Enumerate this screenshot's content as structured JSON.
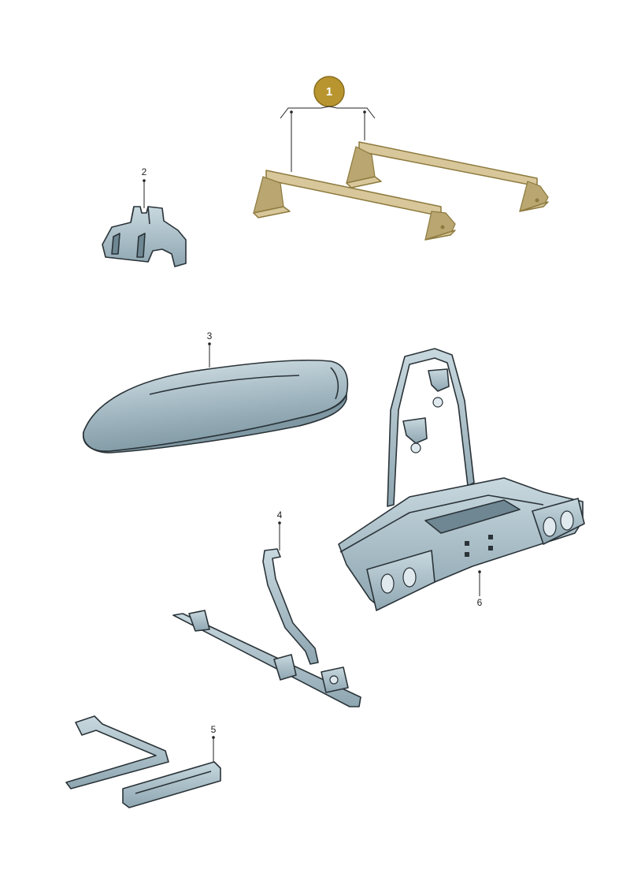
{
  "parts": [
    {
      "number": "1",
      "highlighted": true
    },
    {
      "number": "2"
    },
    {
      "number": "3"
    },
    {
      "number": "4"
    },
    {
      "number": "5"
    },
    {
      "number": "6"
    }
  ],
  "colors": {
    "highlight_badge": "#b8952f",
    "highlight_part": "#d8c79a",
    "part_fill": "#a9bec8",
    "outline": "#2a3338"
  }
}
